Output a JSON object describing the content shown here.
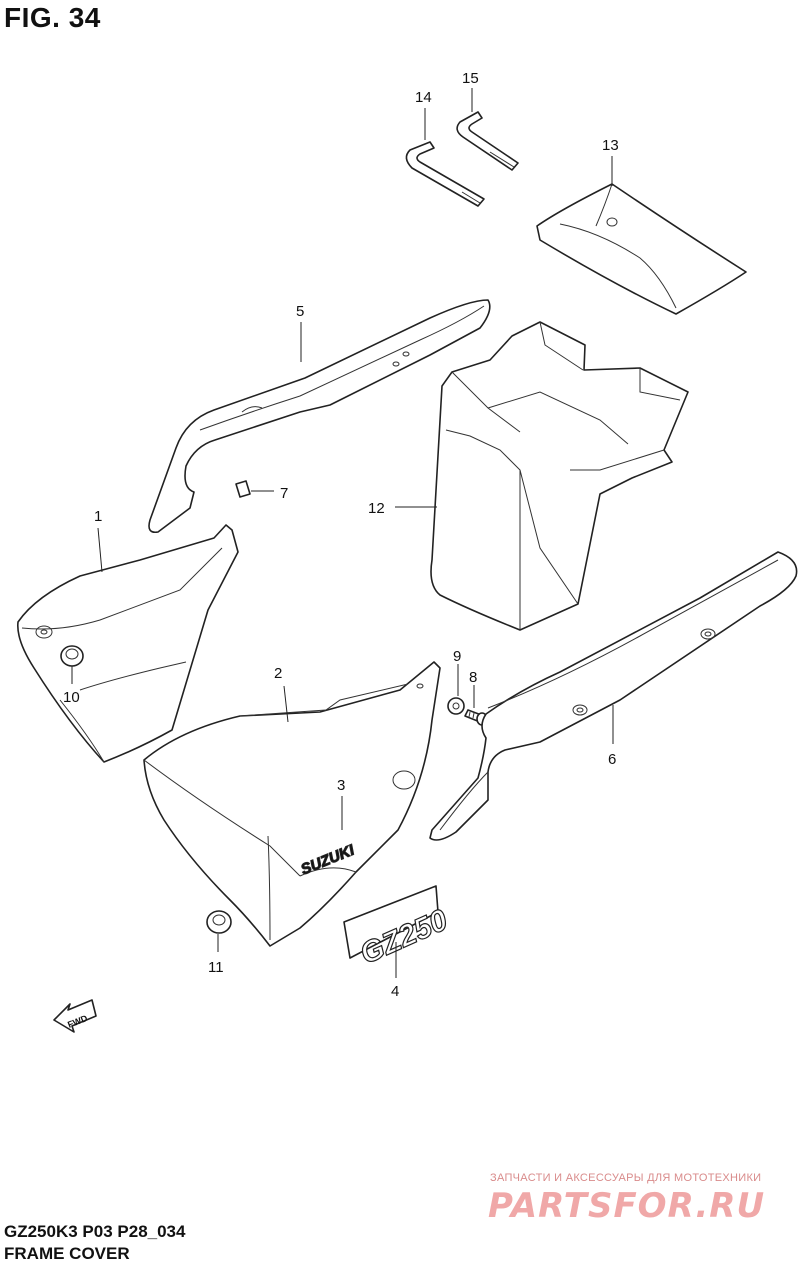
{
  "header": {
    "figure": "FIG. 34"
  },
  "footer": {
    "model_code": "GZ250K3 P03 P28_034",
    "section": "FRAME COVER"
  },
  "callouts": [
    "1",
    "2",
    "3",
    "4",
    "5",
    "6",
    "7",
    "8",
    "9",
    "10",
    "11",
    "12",
    "13",
    "14",
    "15"
  ],
  "emblems": {
    "side_cover_text": "SUZUKI",
    "badge_text": "GZ250",
    "arrow_text": "FWD"
  },
  "watermark": {
    "tagline": "ЗАПЧАСТИ И АКСЕССУАРЫ ДЛЯ МОТОТЕХНИКИ",
    "brand": "PARTSFOR.RU"
  }
}
